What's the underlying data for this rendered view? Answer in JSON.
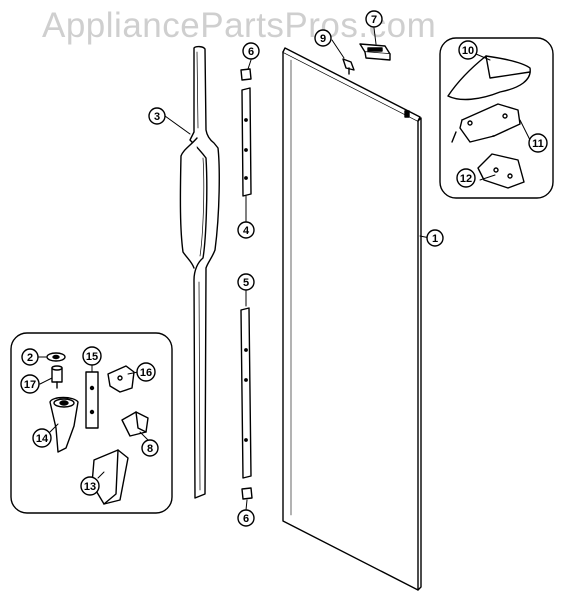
{
  "watermark": "AppliancePartsPros.com",
  "callouts": {
    "c1": "1",
    "c2": "2",
    "c3": "3",
    "c4": "4",
    "c5": "5",
    "c6a": "6",
    "c6b": "6",
    "c7": "7",
    "c8": "8",
    "c9": "9",
    "c10": "10",
    "c11": "11",
    "c12": "12",
    "c13": "13",
    "c14": "14",
    "c15": "15",
    "c16": "16",
    "c17": "17"
  }
}
